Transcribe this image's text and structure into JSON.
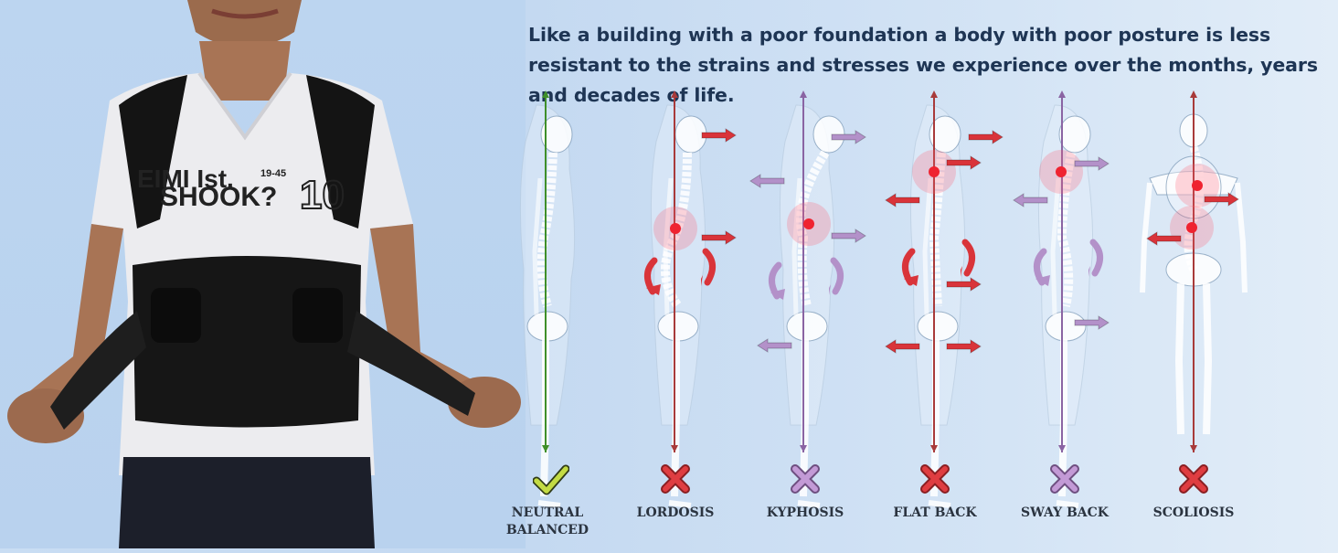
{
  "headline": "Like a building with a poor foundation a body with poor posture is less resistant to the strains and stresses we experience over the months, years and decades of life.",
  "shirt_text": {
    "line1": "EIMI Ist.",
    "line2": "SHOOK?",
    "number": "10",
    "small": "19-45"
  },
  "postures": [
    {
      "label": "NEUTRAL",
      "label2": "BALANCED",
      "status": "correct"
    },
    {
      "label": "LORDOSIS",
      "status": "incorrect"
    },
    {
      "label": "KYPHOSIS",
      "status": "incorrect"
    },
    {
      "label": "FLAT BACK",
      "status": "incorrect"
    },
    {
      "label": "SWAY BACK",
      "status": "incorrect"
    },
    {
      "label": "SCOLIOSIS",
      "status": "incorrect"
    }
  ],
  "colors": {
    "check": "#b9d43a",
    "cross_red": "#d9343a",
    "cross_purple": "#b08ac4",
    "arrow_red": "#d9343a",
    "arrow_purple": "#b391c9",
    "axis_green": "#3f8f2a",
    "axis_red": "#a83a3a",
    "axis_purple": "#8a64a3"
  },
  "icons": [
    "check-icon",
    "cross-icon",
    "arrow-icon"
  ]
}
